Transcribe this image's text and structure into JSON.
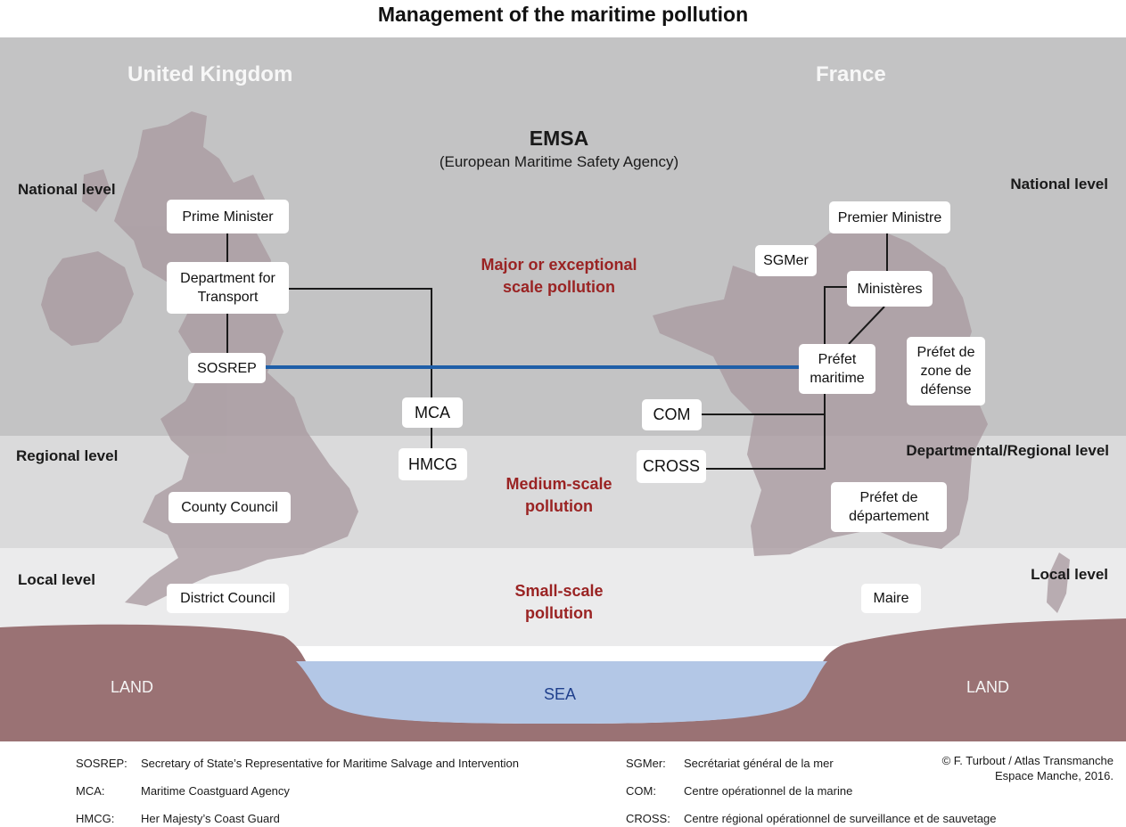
{
  "title": "Management of the maritime pollution",
  "countries": {
    "uk": "United Kingdom",
    "france": "France"
  },
  "emsa": {
    "name": "EMSA",
    "full": "(European Maritime Safety Agency)"
  },
  "levels": {
    "left": {
      "national": "National level",
      "regional": "Regional level",
      "local": "Local level"
    },
    "right": {
      "national": "National level",
      "regional": "Departmental/Regional level",
      "local": "Local level"
    }
  },
  "scales": {
    "major": [
      "Major or exceptional",
      "scale pollution"
    ],
    "medium": [
      "Medium-scale",
      "pollution"
    ],
    "small": [
      "Small-scale",
      "pollution"
    ]
  },
  "uk_boxes": {
    "prime_minister": "Prime Minister",
    "dft": [
      "Department for",
      "Transport"
    ],
    "sosrep": "SOSREP",
    "mca": "MCA",
    "hmcg": "HMCG",
    "county": "County Council",
    "district": "District Council"
  },
  "fr_boxes": {
    "premier": "Premier Ministre",
    "sgmer": "SGMer",
    "ministeres": "Ministères",
    "prefet_maritime": [
      "Préfet",
      "maritime"
    ],
    "prefet_zone": [
      "Préfet de",
      "zone de",
      "défense"
    ],
    "com": "COM",
    "cross": "CROSS",
    "prefet_dept": [
      "Préfet de",
      "département"
    ],
    "maire": "Maire"
  },
  "terrain": {
    "land": "LAND",
    "sea": "SEA"
  },
  "legend": {
    "left": [
      {
        "abbr": "SOSREP:",
        "text": "Secretary of State’s Representative for Maritime Salvage and Intervention"
      },
      {
        "abbr": "MCA:",
        "text": "Maritime Coastguard Agency"
      },
      {
        "abbr": "HMCG:",
        "text": "Her Majesty’s Coast Guard"
      }
    ],
    "right": [
      {
        "abbr": "SGMer:",
        "text": "Secrétariat général de la mer"
      },
      {
        "abbr": "COM:",
        "text": "Centre opérationnel de la marine"
      },
      {
        "abbr": "CROSS:",
        "text": "Centre régional opérationnel de surveillance et de sauvetage"
      }
    ]
  },
  "credit": [
    "© F. Turbout / Atlas Transmanche",
    "Espace Manche, 2016."
  ],
  "colors": {
    "national_band": "#c3c3c4",
    "regional_band": "#dadadb",
    "local_band": "#ebebec",
    "country_shape": "#a99aa0",
    "land": "#9a7274",
    "sea": "#b3c7e6",
    "scale_text": "#9a2323",
    "sosrep_link": "#1f5fa8"
  }
}
